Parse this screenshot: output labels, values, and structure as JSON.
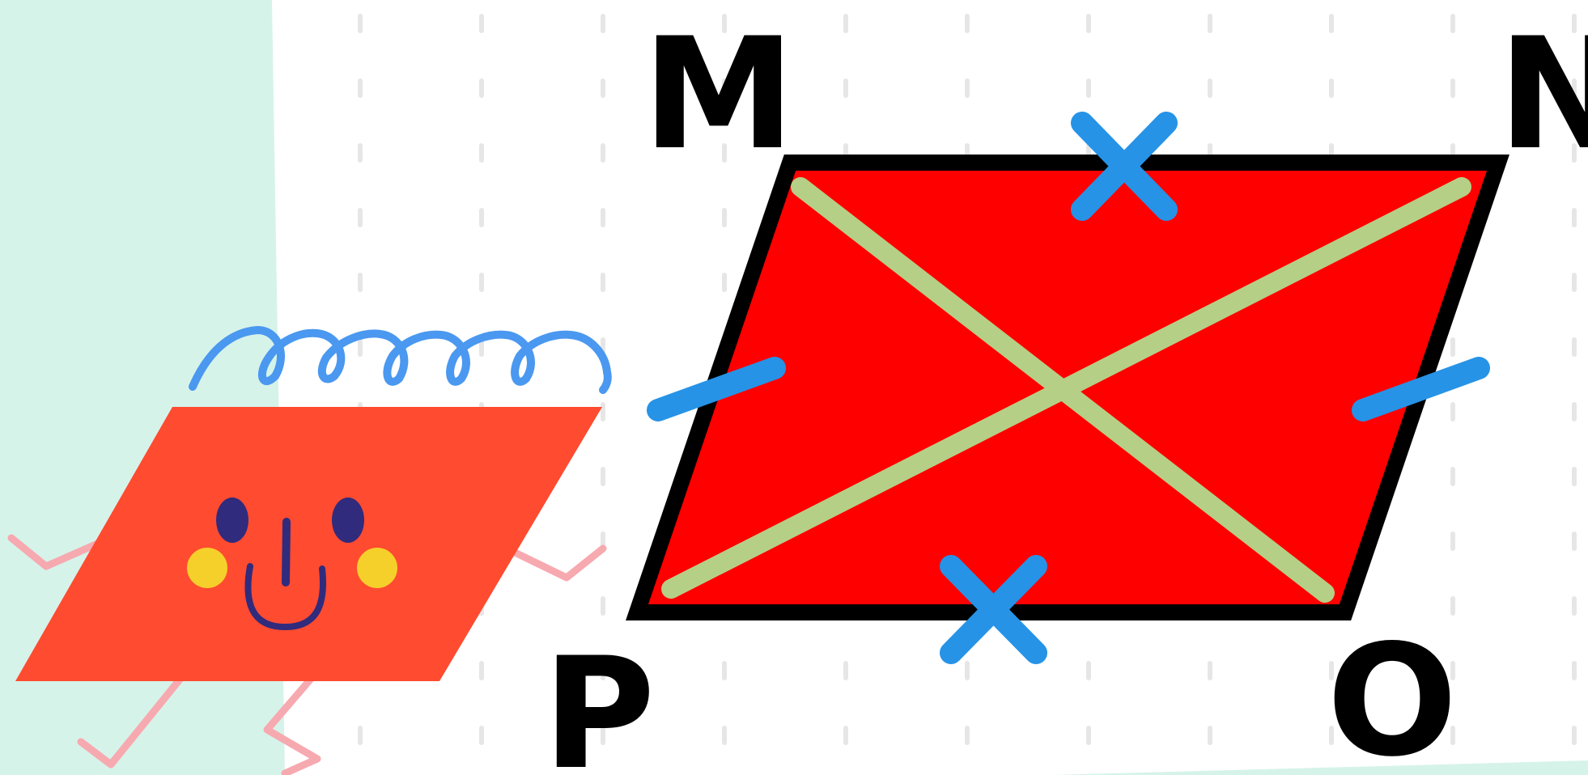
{
  "colors": {
    "background": "#ffffff",
    "left_panel": "#d6f3ea",
    "grid_dash": "#e6e6e6",
    "parallelogram_fill": "#ff0000",
    "parallelogram_stroke": "#000000",
    "diagonal": "#b6cf86",
    "tick_marks": "#2693e6",
    "mascot_body": "#ff4b30",
    "mascot_eyes": "#302b7c",
    "mascot_cheeks": "#f5d02a",
    "mascot_limbs": "#f7a9b0",
    "mascot_spiral": "#4a98f0"
  },
  "diagram": {
    "vertices": {
      "top_left": "M",
      "top_right": "N",
      "bottom_right": "O",
      "bottom_left": "P"
    },
    "congruent_sides": {
      "MN_PO": "x-mark",
      "MP_NO": "single-tick"
    },
    "diagonals": [
      "MO",
      "NP"
    ]
  },
  "icons": {
    "mascot": "parallelogram-character-icon",
    "side_marks": [
      "x-tick-icon",
      "line-tick-icon"
    ]
  }
}
